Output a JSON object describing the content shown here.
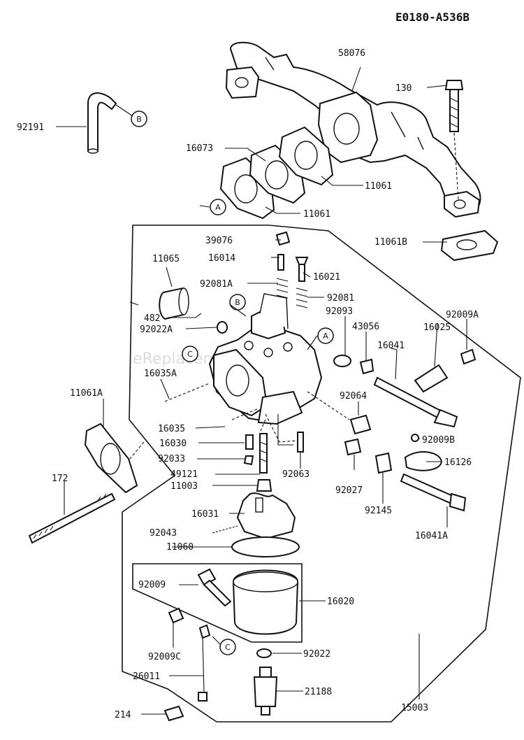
{
  "diagram_code": "E0180-A536B",
  "parts": {
    "p58076": "58076",
    "p130": "130",
    "p92191": "92191",
    "p16073": "16073",
    "p11061_top": "11061",
    "p11061_mid": "11061",
    "p11061B": "11061B",
    "p39076": "39076",
    "p11065": "11065",
    "p16014": "16014",
    "p16021": "16021",
    "p92081A": "92081A",
    "p92081": "92081",
    "p92093": "92093",
    "p482": "482",
    "p43056": "43056",
    "p92022A": "92022A",
    "p16025": "16025",
    "p92009A": "92009A",
    "p16041": "16041",
    "p16035A": "16035A",
    "p11061A": "11061A",
    "p92064": "92064",
    "p16035": "16035",
    "p16030": "16030",
    "p92009B": "92009B",
    "p92033": "92033",
    "p16126": "16126",
    "p49121": "49121",
    "p92063": "92063",
    "p11003": "11003",
    "p92027": "92027",
    "p92145": "92145",
    "p172": "172",
    "p16041A": "16041A",
    "p16031": "16031",
    "p92043": "92043",
    "p11060": "11060",
    "p92009": "92009",
    "p16020": "16020",
    "p92009C": "92009C",
    "p92022": "92022",
    "p26011": "26011",
    "p21188": "21188",
    "p214": "214",
    "p15003": "15003"
  },
  "callouts": {
    "a": "A",
    "b": "B",
    "c": "C"
  },
  "watermark": "eReplacementParts.com"
}
